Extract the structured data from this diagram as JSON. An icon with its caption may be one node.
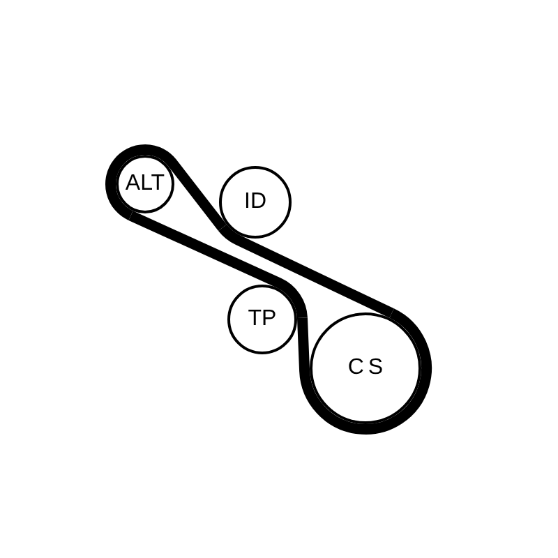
{
  "diagram": {
    "nodes": [
      {
        "text": [
          "ALT"
        ]
      },
      {
        "text": [
          "ID"
        ]
      },
      {
        "text": [
          "TP"
        ]
      },
      {
        "text": [
          "CS"
        ]
      }
    ],
    "edges": [
      {
        "from": 0,
        "to": 1,
        "arrow": "none"
      },
      {
        "from": 1,
        "to": 3,
        "arrow": "none"
      },
      {
        "from": 3,
        "to": 2,
        "arrow": "none"
      },
      {
        "from": 2,
        "to": 0,
        "arrow": "none"
      }
    ]
  }
}
